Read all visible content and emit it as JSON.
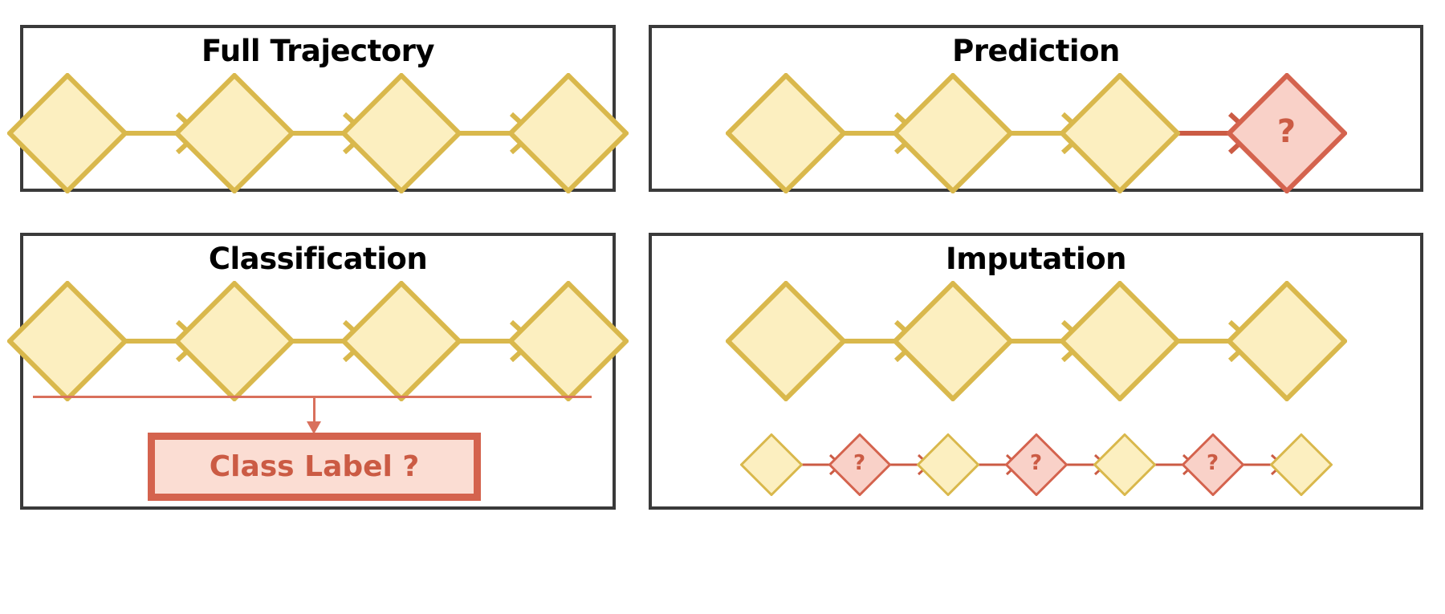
{
  "figure": {
    "kind": "time-series-task-diagram",
    "colors": {
      "panel_border": "#3a3a3a",
      "background": "#ffffff",
      "observed_fill": "#FCEFC0",
      "observed_stroke": "#D9B84C",
      "unknown_fill": "#F9D1C8",
      "unknown_stroke": "#D4634E",
      "arrow_observed": "#D9B84C",
      "arrow_unknown": "#CB5B44",
      "label_text": "#CB5B44",
      "title_text": "#000000"
    }
  },
  "panels": {
    "full_trajectory": {
      "title": "Full Trajectory",
      "nodes": [
        {
          "type": "observed",
          "label": ""
        },
        {
          "type": "observed",
          "label": ""
        },
        {
          "type": "observed",
          "label": ""
        },
        {
          "type": "observed",
          "label": ""
        }
      ],
      "arrows": [
        "observed",
        "observed",
        "observed"
      ]
    },
    "prediction": {
      "title": "Prediction",
      "nodes": [
        {
          "type": "observed",
          "label": ""
        },
        {
          "type": "observed",
          "label": ""
        },
        {
          "type": "observed",
          "label": ""
        },
        {
          "type": "unknown",
          "label": "?"
        }
      ],
      "arrows": [
        "observed",
        "observed",
        "unknown"
      ]
    },
    "classification": {
      "title": "Classification",
      "nodes": [
        {
          "type": "observed",
          "label": ""
        },
        {
          "type": "observed",
          "label": ""
        },
        {
          "type": "observed",
          "label": ""
        },
        {
          "type": "observed",
          "label": ""
        }
      ],
      "arrows": [
        "observed",
        "observed",
        "observed"
      ],
      "output_label": "Class Label ?"
    },
    "imputation": {
      "title": "Imputation",
      "top_nodes": [
        {
          "type": "observed",
          "label": ""
        },
        {
          "type": "observed",
          "label": ""
        },
        {
          "type": "observed",
          "label": ""
        },
        {
          "type": "observed",
          "label": ""
        }
      ],
      "top_arrows": [
        "observed",
        "observed",
        "observed"
      ],
      "bottom_nodes": [
        {
          "type": "observed",
          "label": ""
        },
        {
          "type": "unknown",
          "label": "?"
        },
        {
          "type": "observed",
          "label": ""
        },
        {
          "type": "unknown",
          "label": "?"
        },
        {
          "type": "observed",
          "label": ""
        },
        {
          "type": "unknown",
          "label": "?"
        },
        {
          "type": "observed",
          "label": ""
        }
      ],
      "bottom_arrows": [
        "unknown",
        "unknown",
        "unknown",
        "unknown",
        "unknown",
        "unknown"
      ]
    }
  }
}
